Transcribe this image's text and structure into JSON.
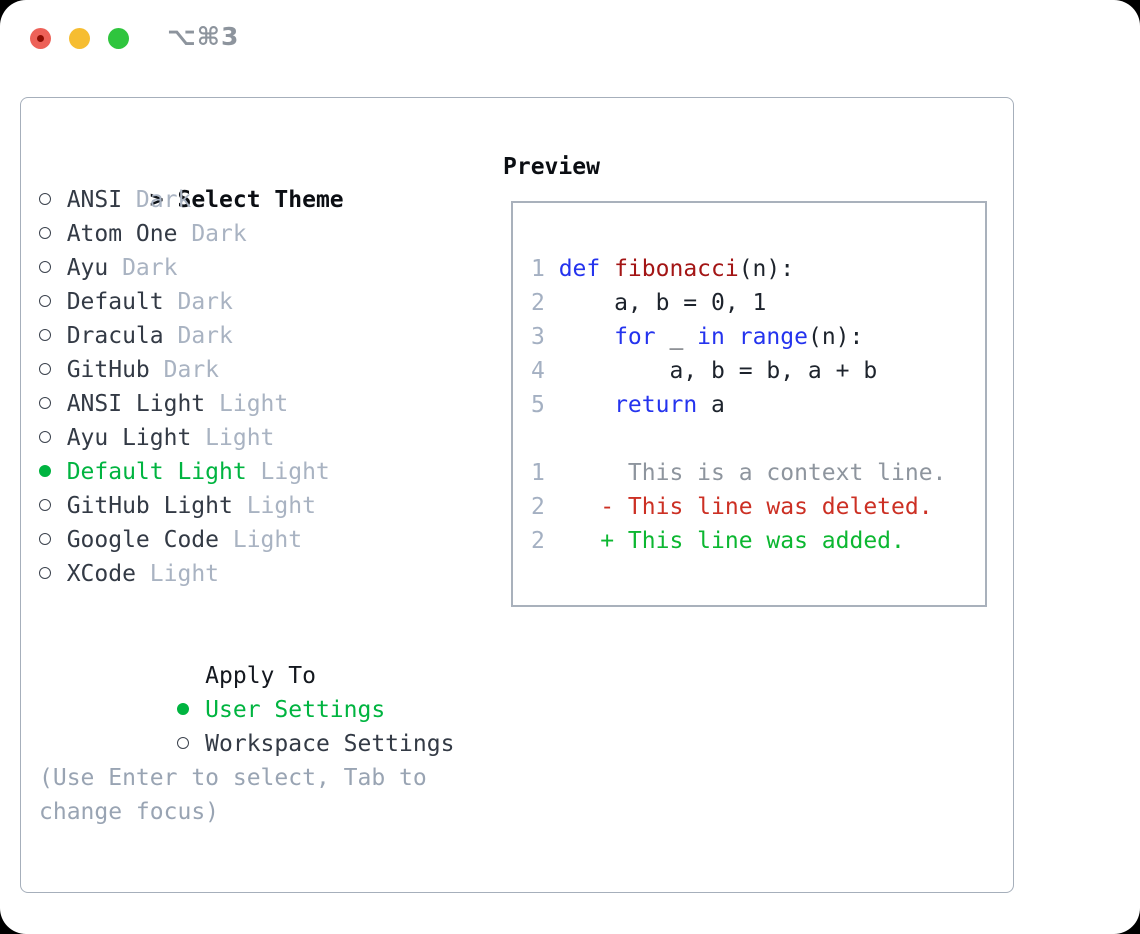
{
  "window": {
    "shortcut": "⌥⌘3"
  },
  "colors": {
    "accent_green": "#00b440",
    "muted_tag": "#a9b3c2",
    "hint_gray": "#99a4b3",
    "panel_border": "#a6afbb",
    "keyword_blue": "#2433ee",
    "function_red": "#a31515",
    "diff_deleted": "#cc3024",
    "diff_added": "#0cb731",
    "diff_context": "#8e959e",
    "line_number": "#a4b0c2",
    "traffic_red": "#ed6158",
    "traffic_yellow": "#f6bd31",
    "traffic_green": "#2fc53e"
  },
  "themes": {
    "cursor": ">",
    "header": "Select Theme",
    "items": [
      {
        "name": "ANSI",
        "variant": "Dark",
        "selected": false
      },
      {
        "name": "Atom One",
        "variant": "Dark",
        "selected": false
      },
      {
        "name": "Ayu",
        "variant": "Dark",
        "selected": false
      },
      {
        "name": "Default",
        "variant": "Dark",
        "selected": false
      },
      {
        "name": "Dracula",
        "variant": "Dark",
        "selected": false
      },
      {
        "name": "GitHub",
        "variant": "Dark",
        "selected": false
      },
      {
        "name": "ANSI Light",
        "variant": "Light",
        "selected": false
      },
      {
        "name": "Ayu Light",
        "variant": "Light",
        "selected": false
      },
      {
        "name": "Default Light",
        "variant": "Light",
        "selected": true
      },
      {
        "name": "GitHub Light",
        "variant": "Light",
        "selected": false
      },
      {
        "name": "Google Code",
        "variant": "Light",
        "selected": false
      },
      {
        "name": "XCode",
        "variant": "Light",
        "selected": false
      }
    ]
  },
  "apply_to": {
    "header": "Apply To",
    "options": [
      {
        "name": "User Settings",
        "selected": true
      },
      {
        "name": "Workspace Settings",
        "selected": false
      }
    ]
  },
  "hint": "(Use Enter to select, Tab to change focus)",
  "preview": {
    "label": "Preview",
    "code_lines": [
      {
        "num": "1",
        "segments": [
          {
            "cls": "kw",
            "text": "def "
          },
          {
            "cls": "fn",
            "text": "fibonacci"
          },
          {
            "cls": "pl",
            "text": "(n):"
          }
        ]
      },
      {
        "num": "2",
        "segments": [
          {
            "cls": "pl",
            "text": "    a, b = 0, 1"
          }
        ]
      },
      {
        "num": "3",
        "segments": [
          {
            "cls": "pl",
            "text": "    "
          },
          {
            "cls": "kw",
            "text": "for"
          },
          {
            "cls": "pl",
            "text": " _ "
          },
          {
            "cls": "kw",
            "text": "in"
          },
          {
            "cls": "pl",
            "text": " "
          },
          {
            "cls": "kw",
            "text": "range"
          },
          {
            "cls": "pl",
            "text": "(n):"
          }
        ]
      },
      {
        "num": "4",
        "segments": [
          {
            "cls": "pl",
            "text": "        a, b = b, a + b"
          }
        ]
      },
      {
        "num": "5",
        "segments": [
          {
            "cls": "pl",
            "text": "    "
          },
          {
            "cls": "kw",
            "text": "return"
          },
          {
            "cls": "pl",
            "text": " a"
          }
        ]
      }
    ],
    "diff_lines": [
      {
        "num": "1",
        "cls": "ctx",
        "text": "     This is a context line."
      },
      {
        "num": "2",
        "cls": "del",
        "text": "   - This line was deleted."
      },
      {
        "num": "2",
        "cls": "add",
        "text": "   + This line was added."
      }
    ]
  }
}
